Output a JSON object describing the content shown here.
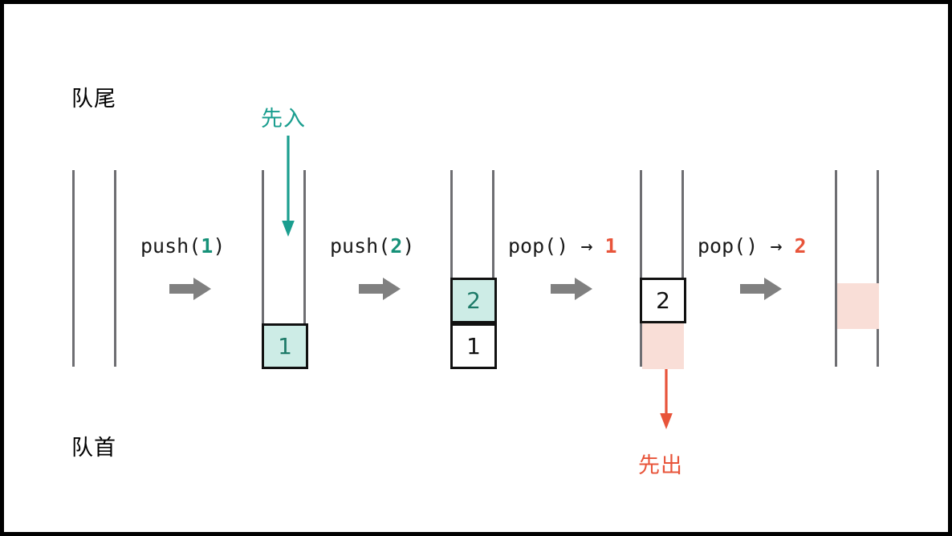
{
  "diagram": {
    "title_top_label": "队尾",
    "title_bottom_label": "队首",
    "in_label": "先入",
    "out_label": "先出",
    "colors": {
      "teal": "#169178",
      "teal_fill": "#cdece6",
      "red": "#e8543a",
      "red_fill": "#f9ded7",
      "rail": "#6e6e72",
      "arrow_gray": "#808080",
      "border": "#111111",
      "background": "#ffffff"
    },
    "operations": [
      {
        "name": "push-1",
        "text_prefix": "push(",
        "value": "1",
        "text_suffix": ")",
        "value_color": "teal"
      },
      {
        "name": "push-2",
        "text_prefix": "push(",
        "value": "2",
        "text_suffix": ")",
        "value_color": "teal"
      },
      {
        "name": "pop-1",
        "text_prefix": "pop() ",
        "arrow": "→",
        "value": "1",
        "value_color": "red"
      },
      {
        "name": "pop-2",
        "text_prefix": "pop() ",
        "arrow": "→",
        "value": "2",
        "value_color": "red"
      }
    ],
    "stacks": [
      {
        "name": "stack-empty-initial",
        "cells": [],
        "ghost": null
      },
      {
        "name": "stack-after-push-1",
        "cells": [
          {
            "value": "1",
            "style": "teal"
          }
        ],
        "ghost": null
      },
      {
        "name": "stack-after-push-2",
        "cells": [
          {
            "value": "2",
            "style": "teal"
          },
          {
            "value": "1",
            "style": "white"
          }
        ],
        "ghost": null
      },
      {
        "name": "stack-after-pop-1",
        "cells": [
          {
            "value": "2",
            "style": "white"
          }
        ],
        "ghost": {
          "slot": 1
        }
      },
      {
        "name": "stack-after-pop-2",
        "cells": [],
        "ghost": {
          "slot": 0
        }
      }
    ],
    "icons": {
      "gray_arrow": "arrow-right-icon",
      "in_arrow": "arrow-down-teal-icon",
      "out_arrow": "arrow-down-red-icon"
    }
  }
}
